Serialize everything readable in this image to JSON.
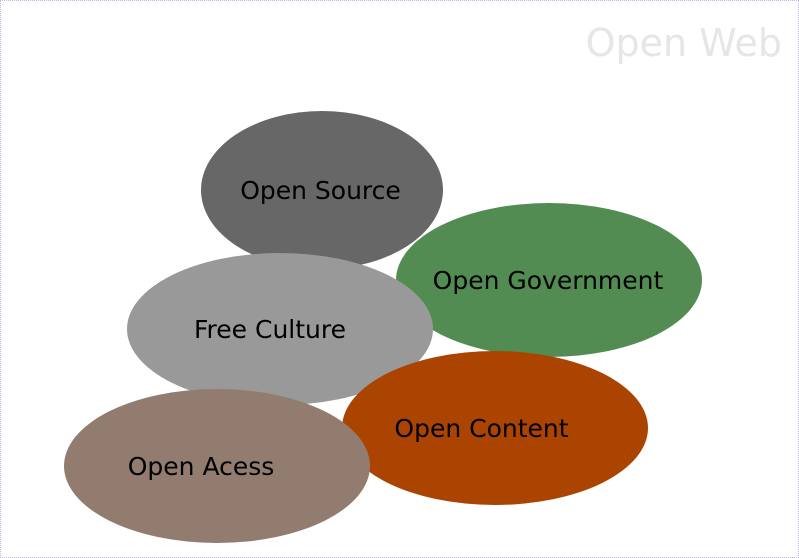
{
  "diagram": {
    "title": "Open Web",
    "nodes": [
      {
        "id": "source",
        "label": "Open Source",
        "color": "#676767"
      },
      {
        "id": "gov",
        "label": "Open Government",
        "color": "#538c52"
      },
      {
        "id": "culture",
        "label": "Free Culture",
        "color": "#999999"
      },
      {
        "id": "content",
        "label": "Open Content",
        "color": "#aa4400"
      },
      {
        "id": "access",
        "label": "Open Acess",
        "color": "#917c6f"
      }
    ]
  }
}
